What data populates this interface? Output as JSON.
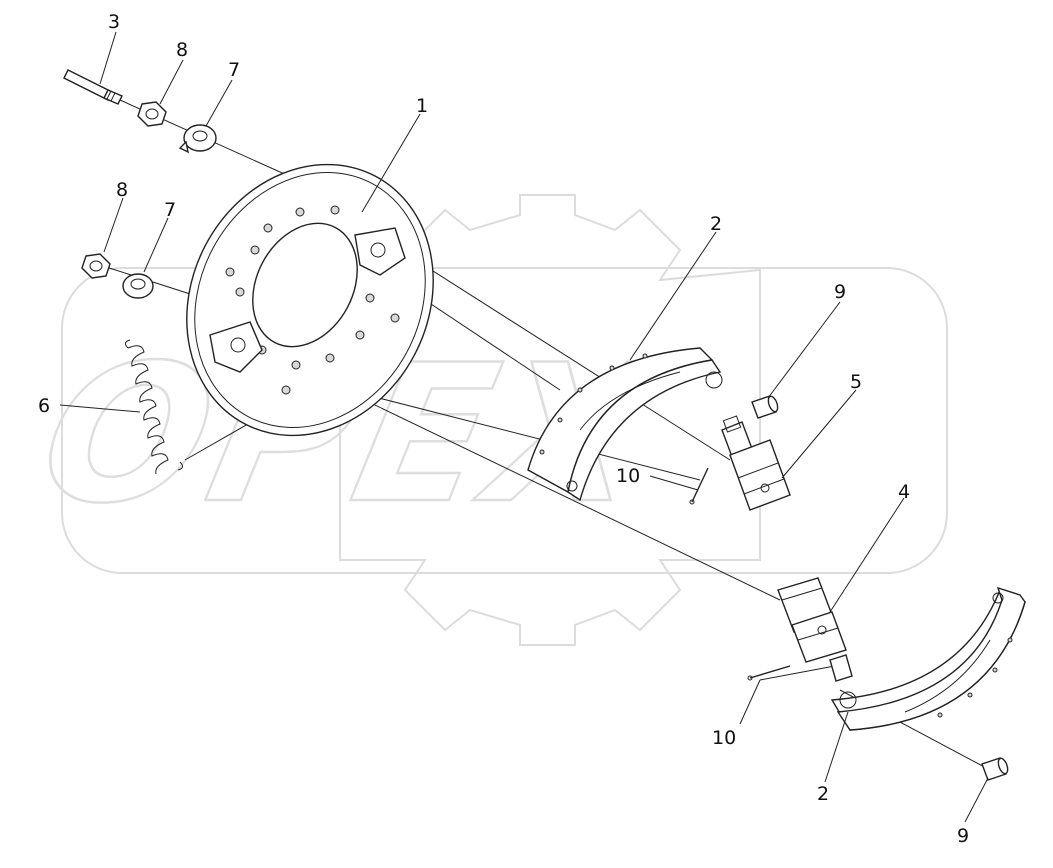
{
  "watermark": {
    "text": "OPEX"
  },
  "callouts": {
    "brake_shield": "1",
    "shoe_upper": "2",
    "shoe_lower": "2",
    "bolt": "3",
    "cylinder_lower": "4",
    "cylinder_upper": "5",
    "spring": "6",
    "washer_upper": "7",
    "washer_lower": "7",
    "nut_upper": "8",
    "nut_lower": "8",
    "pin_upper": "9",
    "pin_lower": "9",
    "cotter_upper": "10",
    "cotter_lower": "10"
  },
  "colors": {
    "line": "#222222",
    "watermark": "#dcdcdc",
    "background": "#ffffff"
  }
}
